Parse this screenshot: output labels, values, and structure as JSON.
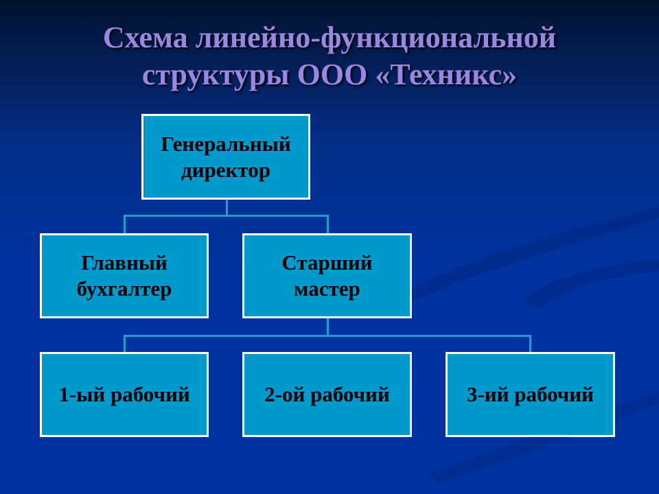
{
  "slide": {
    "title_line1": "Схема линейно-функциональной",
    "title_line2": "структуры ООО «Техникс»"
  },
  "colors": {
    "background": "#0033a0",
    "title": "#9b86e0",
    "box_fill": "#0099cc",
    "box_border": "#ffffff",
    "connector": "#1aa0d0"
  },
  "org_chart": {
    "root": {
      "line1": "Генеральный",
      "line2": "директор"
    },
    "level2": [
      {
        "line1": "Главный",
        "line2": "бухгалтер"
      },
      {
        "line1": "Старший",
        "line2": "мастер"
      }
    ],
    "level3": [
      {
        "label": "1-ый рабочий"
      },
      {
        "label": "2-ой рабочий"
      },
      {
        "label": "3-ий рабочий"
      }
    ]
  }
}
